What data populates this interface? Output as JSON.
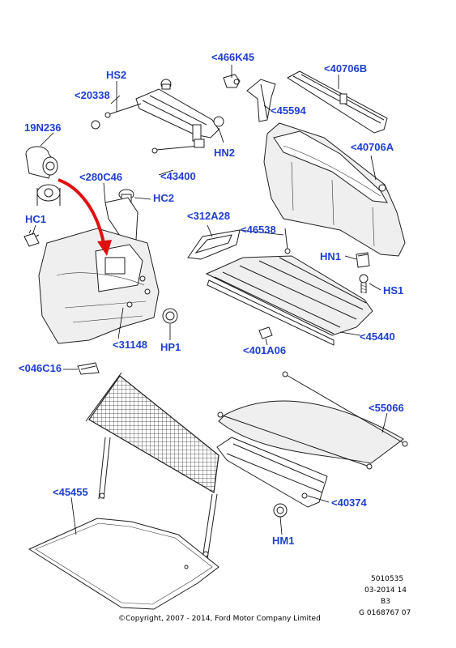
{
  "colors": {
    "callout": "#1f3fd0",
    "arrow": "#e01010"
  },
  "callouts": {
    "466K45": "<466K45",
    "40706B": "<40706B",
    "HS2": "HS2",
    "20338": "<20338",
    "45594": "<45594",
    "19N236": "19N236",
    "HN2": "HN2",
    "40706A": "<40706A",
    "280C46": "<280C46",
    "43400": "<43400",
    "HC2": "HC2",
    "HC1": "HC1",
    "312A28": "<312A28",
    "46538": "<46538",
    "HN1": "HN1",
    "HS1": "HS1",
    "45440": "<45440",
    "31148": "<31148",
    "HP1": "HP1",
    "401A06": "<401A06",
    "046C16": "<046C16",
    "55066": "<55066",
    "45455": "<45455",
    "40374": "<40374",
    "HM1": "HM1"
  },
  "footer": {
    "ref_number": "5010535",
    "date": "03-2014 14",
    "code": "B3",
    "part_ref": "G 0168767 07",
    "copyright": "©Copyright, 2007 - 2014, Ford Motor Company Limited"
  }
}
